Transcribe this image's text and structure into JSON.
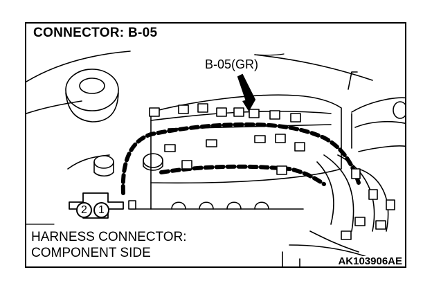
{
  "figure": {
    "title": "CONNECTOR: B-05",
    "callout_label": "B-05(GR)",
    "caption_line1": "HARNESS CONNECTOR:",
    "caption_line2": "COMPONENT SIDE",
    "figure_id": "AK103906AE"
  },
  "connector_face": {
    "pins": [
      "2",
      "1"
    ]
  }
}
